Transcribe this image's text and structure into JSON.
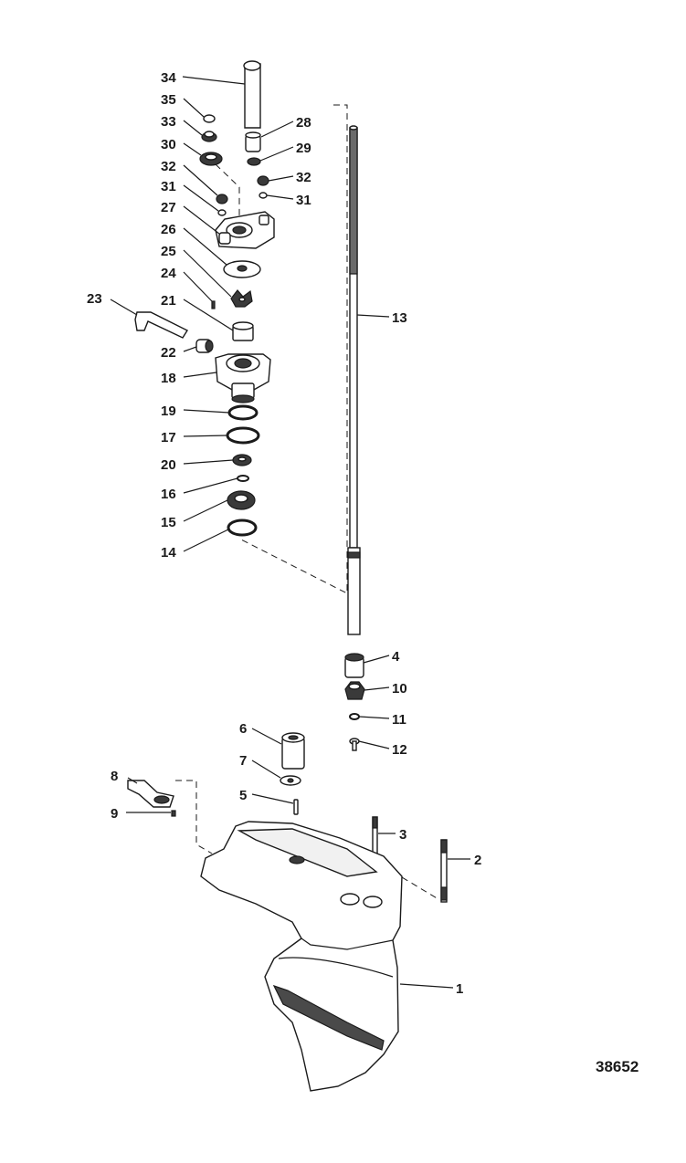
{
  "figure_number": "38652",
  "callouts": [
    {
      "id": "34",
      "text": "34"
    },
    {
      "id": "35",
      "text": "35"
    },
    {
      "id": "33",
      "text": "33"
    },
    {
      "id": "30",
      "text": "30"
    },
    {
      "id": "32a",
      "text": "32"
    },
    {
      "id": "31a",
      "text": "31"
    },
    {
      "id": "27",
      "text": "27"
    },
    {
      "id": "26",
      "text": "26"
    },
    {
      "id": "25",
      "text": "25"
    },
    {
      "id": "24",
      "text": "24"
    },
    {
      "id": "23",
      "text": "23"
    },
    {
      "id": "21",
      "text": "21"
    },
    {
      "id": "22",
      "text": "22"
    },
    {
      "id": "18",
      "text": "18"
    },
    {
      "id": "19",
      "text": "19"
    },
    {
      "id": "17",
      "text": "17"
    },
    {
      "id": "20",
      "text": "20"
    },
    {
      "id": "16",
      "text": "16"
    },
    {
      "id": "15",
      "text": "15"
    },
    {
      "id": "14",
      "text": "14"
    },
    {
      "id": "28",
      "text": "28"
    },
    {
      "id": "29",
      "text": "29"
    },
    {
      "id": "32b",
      "text": "32"
    },
    {
      "id": "31b",
      "text": "31"
    },
    {
      "id": "13",
      "text": "13"
    },
    {
      "id": "4",
      "text": "4"
    },
    {
      "id": "10",
      "text": "10"
    },
    {
      "id": "11",
      "text": "11"
    },
    {
      "id": "12",
      "text": "12"
    },
    {
      "id": "6",
      "text": "6"
    },
    {
      "id": "7",
      "text": "7"
    },
    {
      "id": "8",
      "text": "8"
    },
    {
      "id": "9",
      "text": "9"
    },
    {
      "id": "5",
      "text": "5"
    },
    {
      "id": "3",
      "text": "3"
    },
    {
      "id": "2",
      "text": "2"
    },
    {
      "id": "1",
      "text": "1"
    }
  ]
}
